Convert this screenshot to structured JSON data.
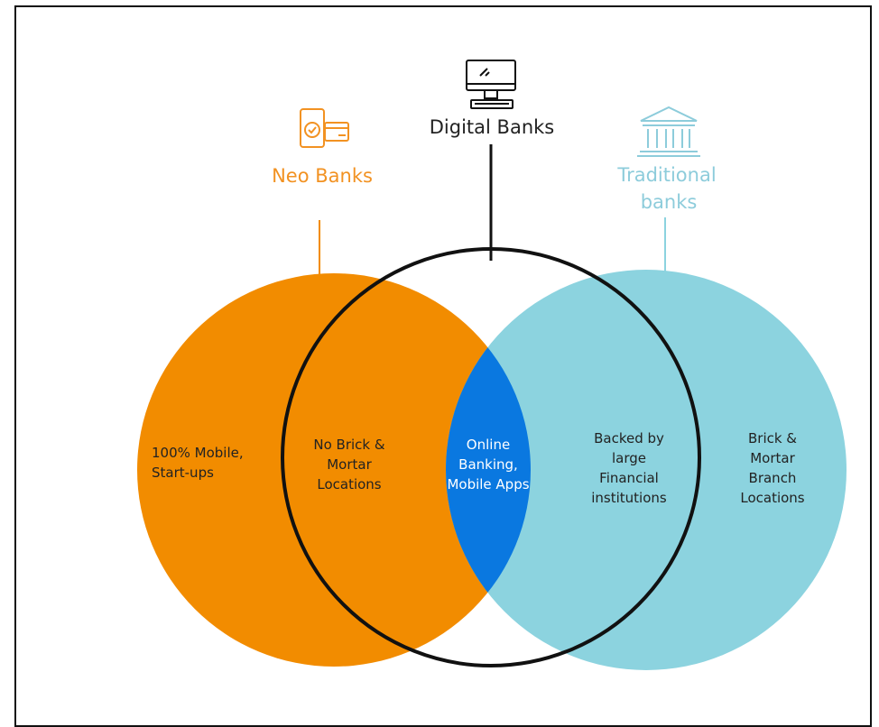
{
  "colors": {
    "neo": "#F28C00",
    "traditional": "#8CD3DF",
    "digital_overlap": "#0A78E0",
    "outline": "#111111",
    "label_neo": "#F29222",
    "label_traditional": "#8DCCDB",
    "label_digital": "#222222",
    "white_text": "#ffffff",
    "dark_text": "#222222"
  },
  "icons": {
    "neo": "mobile-card-icon",
    "digital": "desktop-computer-icon",
    "traditional": "bank-building-icon"
  },
  "labels": {
    "neo": "Neo Banks",
    "digital": "Digital Banks",
    "traditional_line1": "Traditional",
    "traditional_line2": "banks"
  },
  "regions": {
    "neo_only": [
      "100% Mobile,",
      "Start-ups"
    ],
    "neo_digital": [
      "No Brick &",
      "Mortar",
      "Locations"
    ],
    "center": [
      "Online",
      "Banking,",
      "Mobile Apps"
    ],
    "traditional_digital": [
      "Backed by",
      "large",
      "Financial",
      "institutions"
    ],
    "traditional_only": [
      "Brick &",
      "Mortar",
      "Branch",
      "Locations"
    ]
  }
}
